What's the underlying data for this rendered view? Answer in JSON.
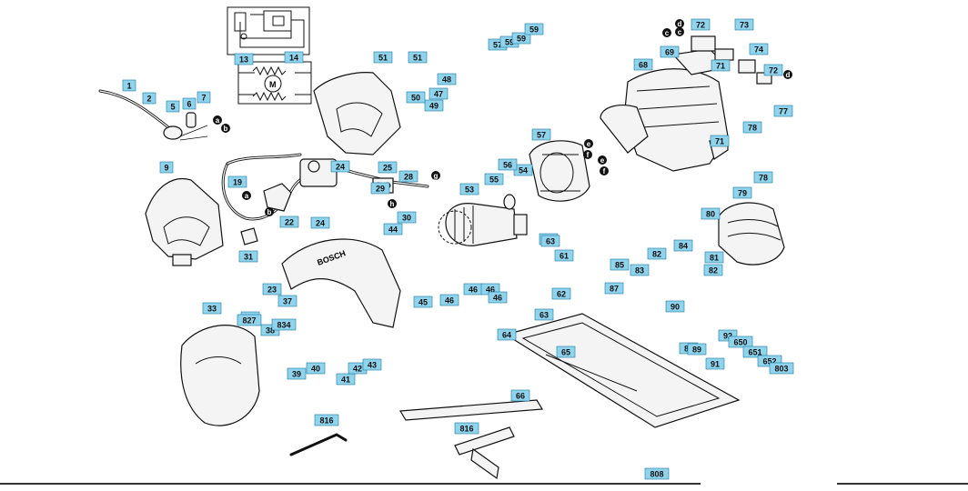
{
  "diagram": {
    "type": "exploded-parts-drawing",
    "brand_print": "BOSCH",
    "motor_symbol": "M",
    "part_callouts": [
      "1",
      "2",
      "5",
      "6",
      "7",
      "9",
      "13",
      "14",
      "19",
      "22",
      "23",
      "24",
      "24",
      "25",
      "28",
      "29",
      "30",
      "31",
      "32",
      "33",
      "37",
      "38",
      "39",
      "40",
      "41",
      "42",
      "43",
      "44",
      "45",
      "46",
      "46",
      "46",
      "46",
      "47",
      "48",
      "49",
      "50",
      "51",
      "51",
      "53",
      "54",
      "55",
      "56",
      "57",
      "57",
      "59",
      "59",
      "59",
      "60",
      "61",
      "62",
      "63",
      "63",
      "64",
      "65",
      "66",
      "68",
      "69",
      "71",
      "71",
      "72",
      "72",
      "73",
      "74",
      "77",
      "78",
      "78",
      "79",
      "80",
      "81",
      "82",
      "82",
      "83",
      "84",
      "85",
      "87",
      "88",
      "89",
      "90",
      "91",
      "92",
      "650",
      "651",
      "652",
      "803",
      "808",
      "816",
      "816",
      "827",
      "834"
    ],
    "connection_letters": [
      "a",
      "b",
      "a",
      "b",
      "c",
      "d",
      "e",
      "f",
      "e",
      "f",
      "g",
      "h",
      "c",
      "d"
    ],
    "colors": {
      "callout_fill": "#8fd3ec",
      "line": "#111111",
      "background": "#ffffff"
    }
  }
}
